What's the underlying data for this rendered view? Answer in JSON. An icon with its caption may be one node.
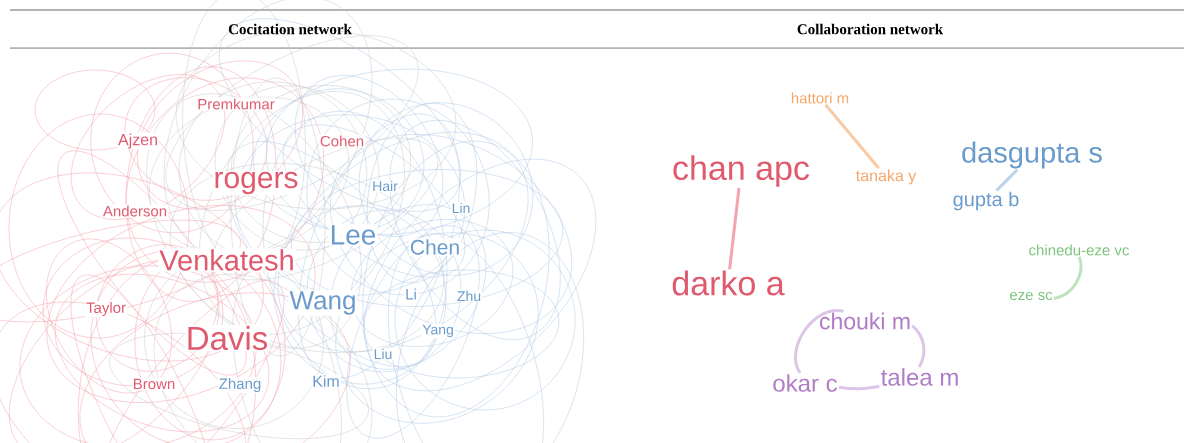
{
  "diagram": {
    "nodes": [
      {
        "text": [
          "Premkumar"
        ]
      },
      {
        "text": [
          "Ajzen"
        ]
      },
      {
        "text": [
          "Cohen"
        ]
      },
      {
        "text": [
          "rogers"
        ]
      },
      {
        "text": [
          "Hair"
        ]
      },
      {
        "text": [
          "Anderson"
        ]
      },
      {
        "text": [
          "Lin"
        ]
      },
      {
        "text": [
          "Lee"
        ]
      },
      {
        "text": [
          "Chen"
        ]
      },
      {
        "text": [
          "Venkatesh"
        ]
      },
      {
        "text": [
          "Wang"
        ]
      },
      {
        "text": [
          "Li"
        ]
      },
      {
        "text": [
          "Zhu"
        ]
      },
      {
        "text": [
          "Taylor"
        ]
      },
      {
        "text": [
          "Yang"
        ]
      },
      {
        "text": [
          "Davis"
        ]
      },
      {
        "text": [
          "Liu"
        ]
      },
      {
        "text": [
          "Brown"
        ]
      },
      {
        "text": [
          "Zhang"
        ]
      },
      {
        "text": [
          "Kim"
        ]
      },
      {
        "text": [
          "hattori m"
        ]
      },
      {
        "text": [
          "chan apc"
        ]
      },
      {
        "text": [
          "tanaka y"
        ]
      },
      {
        "text": [
          "dasgupta s"
        ]
      },
      {
        "text": [
          "gupta b"
        ]
      },
      {
        "text": [
          "chinedu-eze vc"
        ]
      },
      {
        "text": [
          "darko a"
        ]
      },
      {
        "text": [
          "eze sc"
        ]
      },
      {
        "text": [
          "chouki m"
        ]
      },
      {
        "text": [
          "okar c"
        ]
      },
      {
        "text": [
          "talea m"
        ]
      }
    ],
    "edges": [
      {
        "from": 21,
        "to": 26,
        "arrow": "none",
        "color": "#f4a3b0"
      },
      {
        "from": 20,
        "to": 22,
        "arrow": "none",
        "color": "#f9cba5"
      },
      {
        "from": 23,
        "to": 24,
        "arrow": "none",
        "color": "#bcd3ea"
      },
      {
        "from": 25,
        "to": 27,
        "arrow": "none",
        "color": "#bde3bd"
      },
      {
        "from": 29,
        "to": 28,
        "arrow": "none",
        "color": "#dcc5e6"
      },
      {
        "from": 28,
        "to": 30,
        "arrow": "none",
        "color": "#dcc5e6"
      },
      {
        "from": 29,
        "to": 30,
        "arrow": "none",
        "color": "#dcc5e6"
      }
    ],
    "labels": [
      "Cocitation network",
      "Collaboration network"
    ]
  }
}
